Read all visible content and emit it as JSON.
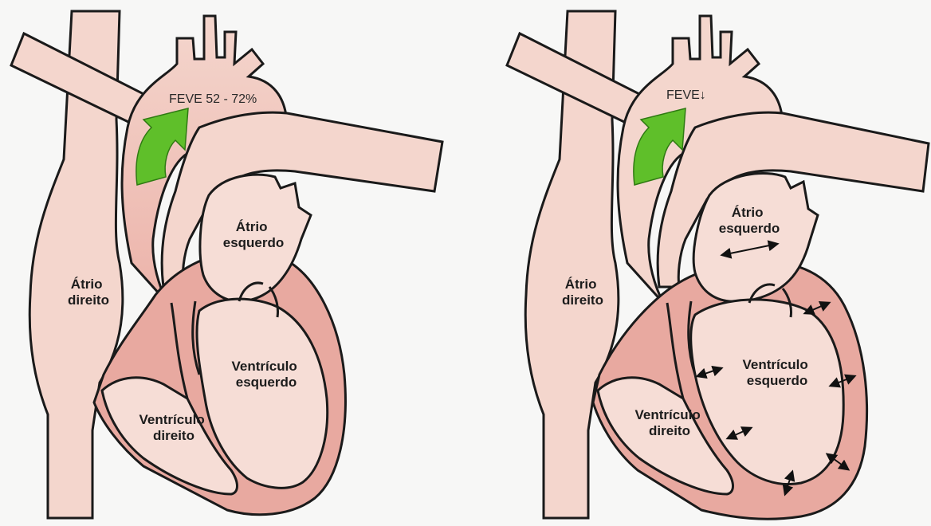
{
  "colors": {
    "background": "#f7f7f6",
    "tissue": "#f4d6cd",
    "tissue_light": "#f8e2dc",
    "myocardium": "#e8a9a0",
    "myocardium_dark": "#e39a92",
    "outline": "#1a1a1a",
    "arrow_green": "#5fbf2a"
  },
  "panels": [
    {
      "feve_text": "FEVE 52 - 72%",
      "labels": {
        "atrio_direito": [
          "Átrio",
          "direito"
        ],
        "atrio_esquerdo": [
          "Átrio",
          "esquerdo"
        ],
        "ventriculo_esquerdo": [
          "Ventrículo",
          "esquerdo"
        ],
        "ventriculo_direito": [
          "Ventrículo",
          "direito"
        ]
      },
      "dilation_arrows": false
    },
    {
      "feve_text": "FEVE↓",
      "labels": {
        "atrio_direito": [
          "Átrio",
          "direito"
        ],
        "atrio_esquerdo": [
          "Átrio",
          "esquerdo"
        ],
        "ventriculo_esquerdo": [
          "Ventrículo",
          "esquerdo"
        ],
        "ventriculo_direito": [
          "Ventrículo",
          "direito"
        ]
      },
      "dilation_arrows": true
    }
  ]
}
